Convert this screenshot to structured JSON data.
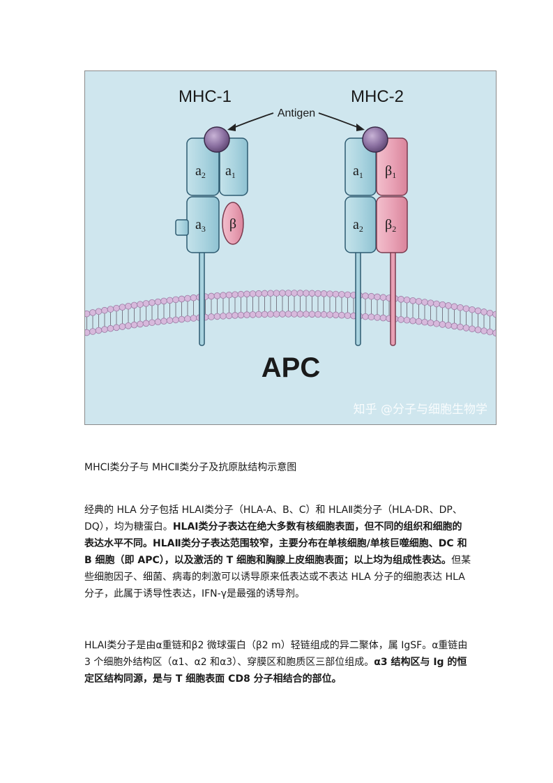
{
  "figure": {
    "labels": {
      "mhc1": "MHC-1",
      "mhc2": "MHC-2",
      "antigen": "Antigen",
      "apc": "APC",
      "a2_mhc1": "a",
      "a2_mhc1_sub": "2",
      "a1_mhc1": "a",
      "a1_mhc1_sub": "1",
      "a3_mhc1": "a",
      "a3_mhc1_sub": "3",
      "beta_mhc1": "β",
      "a1_mhc2": "a",
      "a1_mhc2_sub": "1",
      "b1_mhc2": "β",
      "b1_mhc2_sub": "1",
      "a2_mhc2": "a",
      "a2_mhc2_sub": "2",
      "b2_mhc2": "β",
      "b2_mhc2_sub": "2"
    },
    "watermark": "知乎 @分子与细胞生物学",
    "colors": {
      "background": "#cfe6ee",
      "alpha_chain": "#a9d3df",
      "beta_chain": "#e8a0b4",
      "antigen": "#8a6fa0",
      "membrane_head": "#d7b9dc"
    }
  },
  "caption": "MHCⅠ类分子与 MHCⅡ类分子及抗原肽结构示意图",
  "paragraph1": {
    "s1": "经典的 HLA 分子包括 HLAⅠ类分子（HLA-A、B、C）和 HLAⅡ类分子（HLA-DR、DP、DQ），均为糖蛋白。",
    "s2": "HLAⅠ类分子表达在绝大多数有核细胞表面，但不同的组织和细胞的表达水平不同。HLAⅡ类分子表达范围较窄，主要分布在单核细胞/单核巨噬细胞、DC 和 B 细胞（即 APC），以及激活的 T 细胞和胸腺上皮细胞表面；以上均为组成性表达。",
    "s3": "但某些细胞因子、细菌、病毒的刺激可以诱导原来低表达或不表达 HLA 分子的细胞表达 HLA 分子，此属于诱导性表达，IFN-γ是最强的诱导剂。"
  },
  "paragraph2": {
    "s1": "HLAⅠ类分子是由α重链和β2 微球蛋白（β2 m）轻链组成的异二聚体，属 IgSF。α重链由 3 个细胞外结构区（α1、α2 和α3）、穿膜区和胞质区三部位组成。",
    "s2": "α3 结构区与 Ig 的恒定区结构同源，是与 T 细胞表面 CD8 分子相结合的部位。"
  }
}
